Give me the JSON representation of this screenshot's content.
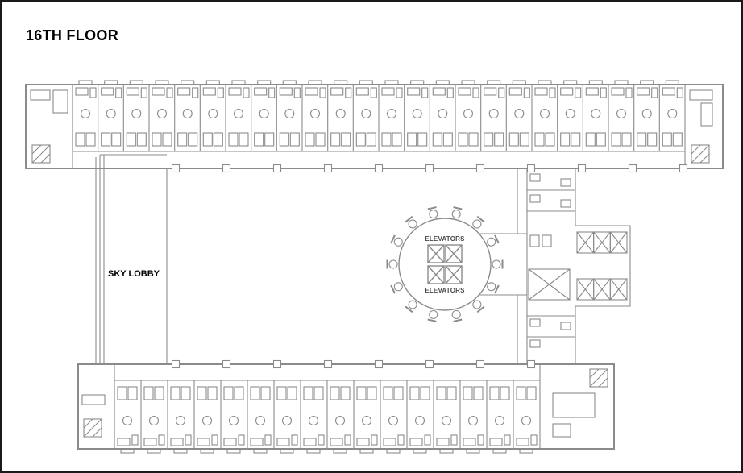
{
  "plan": {
    "title": "16TH FLOOR",
    "labels": {
      "sky_lobby": "SKY LOBBY",
      "elevators_top": "ELEVATORS",
      "elevators_bottom": "ELEVATORS"
    }
  },
  "colors": {
    "background": "#ffffff",
    "wall_line": "#8b8b8b",
    "text": "#000000"
  }
}
